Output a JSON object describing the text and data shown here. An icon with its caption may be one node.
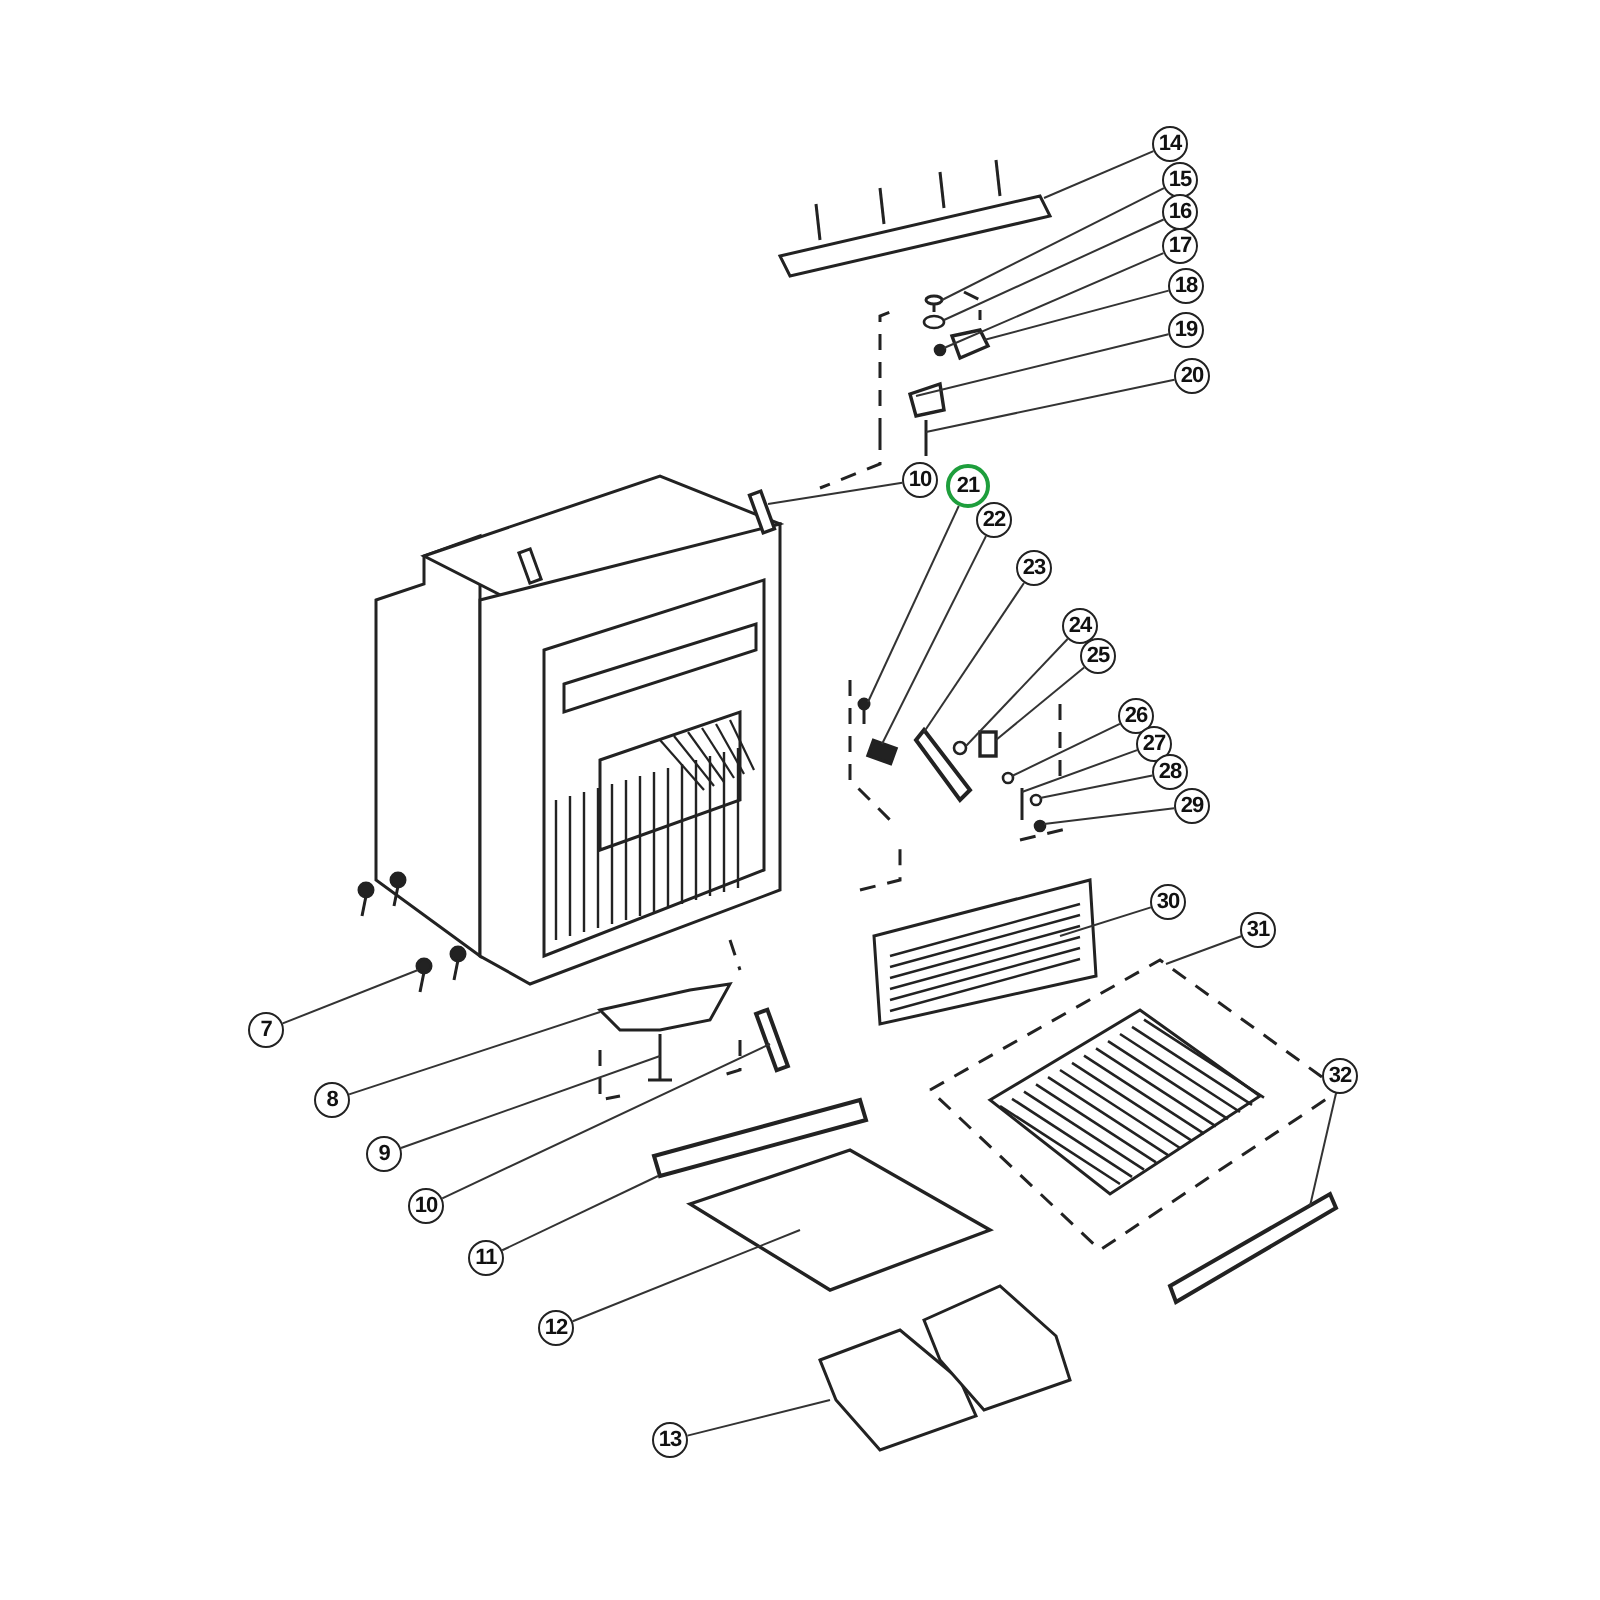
{
  "diagram": {
    "nodes": [
      {
        "text": [
          "14"
        ]
      },
      {
        "text": [
          "15"
        ]
      },
      {
        "text": [
          "16"
        ]
      },
      {
        "text": [
          "17"
        ]
      },
      {
        "text": [
          "18"
        ]
      },
      {
        "text": [
          "19"
        ]
      },
      {
        "text": [
          "20"
        ]
      },
      {
        "text": [
          "10"
        ]
      },
      {
        "text": [
          "21"
        ]
      },
      {
        "text": [
          "22"
        ]
      },
      {
        "text": [
          "23"
        ]
      },
      {
        "text": [
          "24"
        ]
      },
      {
        "text": [
          "25"
        ]
      },
      {
        "text": [
          "26"
        ]
      },
      {
        "text": [
          "27"
        ]
      },
      {
        "text": [
          "28"
        ]
      },
      {
        "text": [
          "29"
        ]
      },
      {
        "text": [
          "30"
        ]
      },
      {
        "text": [
          "31"
        ]
      },
      {
        "text": [
          "7"
        ]
      },
      {
        "text": [
          "32"
        ]
      },
      {
        "text": [
          "8"
        ]
      },
      {
        "text": [
          "9"
        ]
      },
      {
        "text": [
          "10"
        ]
      },
      {
        "text": [
          "11"
        ]
      },
      {
        "text": [
          "12"
        ]
      },
      {
        "text": [
          "13"
        ]
      },
      {
        "text": [],
        "shape": "picture"
      },
      {
        "text": [],
        "shape": "picture"
      },
      {
        "text": [],
        "shape": "circle"
      },
      {
        "text": [],
        "shape": "circle"
      },
      {
        "text": [],
        "shape": "box"
      },
      {
        "text": [],
        "shape": "box"
      },
      {
        "text": [],
        "shape": "bar"
      },
      {
        "text": [],
        "shape": "box"
      },
      {
        "text": [],
        "shape": "picture"
      },
      {
        "text": [],
        "shape": "box"
      },
      {
        "text": [],
        "shape": "bar"
      },
      {
        "text": [],
        "shape": "circle"
      },
      {
        "text": [],
        "shape": "box"
      },
      {
        "text": [],
        "shape": "circle"
      },
      {
        "text": [],
        "shape": "bar"
      },
      {
        "text": [],
        "shape": "circle"
      },
      {
        "text": [],
        "shape": "circle"
      },
      {
        "text": [],
        "shape": "picture"
      },
      {
        "text": [],
        "shape": "picture"
      },
      {
        "text": [],
        "shape": "picture"
      },
      {
        "text": [],
        "shape": "bar"
      },
      {
        "text": [],
        "shape": "picture"
      },
      {
        "text": [],
        "shape": "picture"
      },
      {
        "text": [],
        "shape": "bar"
      },
      {
        "text": [],
        "shape": "bar"
      },
      {
        "text": [],
        "shape": "box"
      },
      {
        "text": [],
        "shape": "picture"
      }
    ],
    "edges": [
      {
        "from": 0,
        "to": 27,
        "arrow": "none"
      },
      {
        "from": 1,
        "to": 28,
        "arrow": "none"
      },
      {
        "from": 2,
        "to": 29,
        "arrow": "none"
      },
      {
        "from": 3,
        "to": 30,
        "arrow": "none"
      },
      {
        "from": 4,
        "to": 31,
        "arrow": "none"
      },
      {
        "from": 5,
        "to": 32,
        "arrow": "none"
      },
      {
        "from": 6,
        "to": 33,
        "arrow": "none"
      },
      {
        "from": 7,
        "to": 34,
        "arrow": "none"
      },
      {
        "from": 8,
        "to": 35,
        "arrow": "none"
      },
      {
        "from": 9,
        "to": 36,
        "arrow": "none"
      },
      {
        "from": 10,
        "to": 37,
        "arrow": "none"
      },
      {
        "from": 11,
        "to": 38,
        "arrow": "none"
      },
      {
        "from": 12,
        "to": 39,
        "arrow": "none"
      },
      {
        "from": 13,
        "to": 40,
        "arrow": "none"
      },
      {
        "from": 14,
        "to": 41,
        "arrow": "none"
      },
      {
        "from": 15,
        "to": 42,
        "arrow": "none"
      },
      {
        "from": 16,
        "to": 43,
        "arrow": "none"
      },
      {
        "from": 17,
        "to": 44,
        "arrow": "none"
      },
      {
        "from": 18,
        "to": 45,
        "arrow": "none"
      },
      {
        "from": 19,
        "to": 46,
        "arrow": "none"
      },
      {
        "from": 20,
        "to": 47,
        "arrow": "none"
      },
      {
        "from": 21,
        "to": 48,
        "arrow": "none"
      },
      {
        "from": 22,
        "to": 49,
        "arrow": "none"
      },
      {
        "from": 23,
        "to": 50,
        "arrow": "none"
      },
      {
        "from": 24,
        "to": 51,
        "arrow": "none"
      },
      {
        "from": 25,
        "to": 52,
        "arrow": "none"
      },
      {
        "from": 26,
        "to": 53,
        "arrow": "none"
      }
    ]
  }
}
